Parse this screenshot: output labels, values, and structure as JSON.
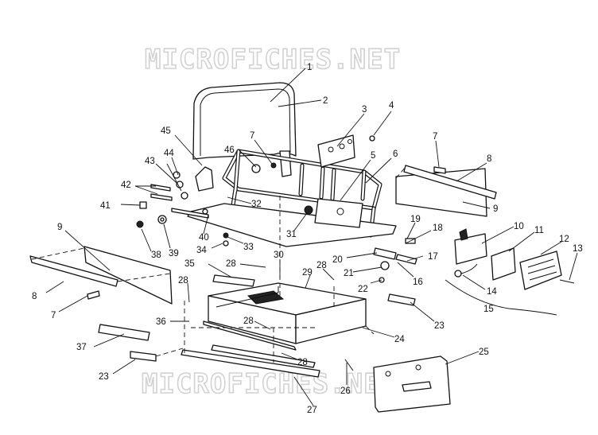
{
  "watermark": {
    "top": "MICROFICHES.NET",
    "bottom": "MICROFICHES.NET"
  },
  "callouts": [
    {
      "id": "c1",
      "text": "1"
    },
    {
      "id": "c2",
      "text": "2"
    },
    {
      "id": "c3",
      "text": "3"
    },
    {
      "id": "c4",
      "text": "4"
    },
    {
      "id": "c45",
      "text": "45"
    },
    {
      "id": "c7a",
      "text": "7"
    },
    {
      "id": "c46",
      "text": "46"
    },
    {
      "id": "c5",
      "text": "5"
    },
    {
      "id": "c6",
      "text": "6"
    },
    {
      "id": "c7b",
      "text": "7"
    },
    {
      "id": "c8a",
      "text": "8"
    },
    {
      "id": "c44",
      "text": "44"
    },
    {
      "id": "c43",
      "text": "43"
    },
    {
      "id": "c42",
      "text": "42"
    },
    {
      "id": "c41",
      "text": "41"
    },
    {
      "id": "c9a",
      "text": "9"
    },
    {
      "id": "c32",
      "text": "32"
    },
    {
      "id": "c40",
      "text": "40"
    },
    {
      "id": "c31",
      "text": "31"
    },
    {
      "id": "c19",
      "text": "19"
    },
    {
      "id": "c18",
      "text": "18"
    },
    {
      "id": "c10",
      "text": "10"
    },
    {
      "id": "c11",
      "text": "11"
    },
    {
      "id": "c12",
      "text": "12"
    },
    {
      "id": "c13",
      "text": "13"
    },
    {
      "id": "c9b",
      "text": "9"
    },
    {
      "id": "c38",
      "text": "38"
    },
    {
      "id": "c39",
      "text": "39"
    },
    {
      "id": "c34",
      "text": "34"
    },
    {
      "id": "c33",
      "text": "33"
    },
    {
      "id": "c20",
      "text": "20"
    },
    {
      "id": "c17",
      "text": "17"
    },
    {
      "id": "c21",
      "text": "21"
    },
    {
      "id": "c16",
      "text": "16"
    },
    {
      "id": "c22",
      "text": "22"
    },
    {
      "id": "c14",
      "text": "14"
    },
    {
      "id": "c15",
      "text": "15"
    },
    {
      "id": "c30",
      "text": "30"
    },
    {
      "id": "c35",
      "text": "35"
    },
    {
      "id": "c28a",
      "text": "28"
    },
    {
      "id": "c28b",
      "text": "28"
    },
    {
      "id": "c29",
      "text": "29"
    },
    {
      "id": "c8b",
      "text": "8"
    },
    {
      "id": "c7c",
      "text": "7"
    },
    {
      "id": "c28c",
      "text": "28"
    },
    {
      "id": "c36",
      "text": "36"
    },
    {
      "id": "c28d",
      "text": "28"
    },
    {
      "id": "c23a",
      "text": "23"
    },
    {
      "id": "c24",
      "text": "24"
    },
    {
      "id": "c37",
      "text": "37"
    },
    {
      "id": "c28e",
      "text": "28"
    },
    {
      "id": "c25",
      "text": "25"
    },
    {
      "id": "c23b",
      "text": "23"
    },
    {
      "id": "c26",
      "text": "26"
    },
    {
      "id": "c27",
      "text": "27"
    }
  ]
}
